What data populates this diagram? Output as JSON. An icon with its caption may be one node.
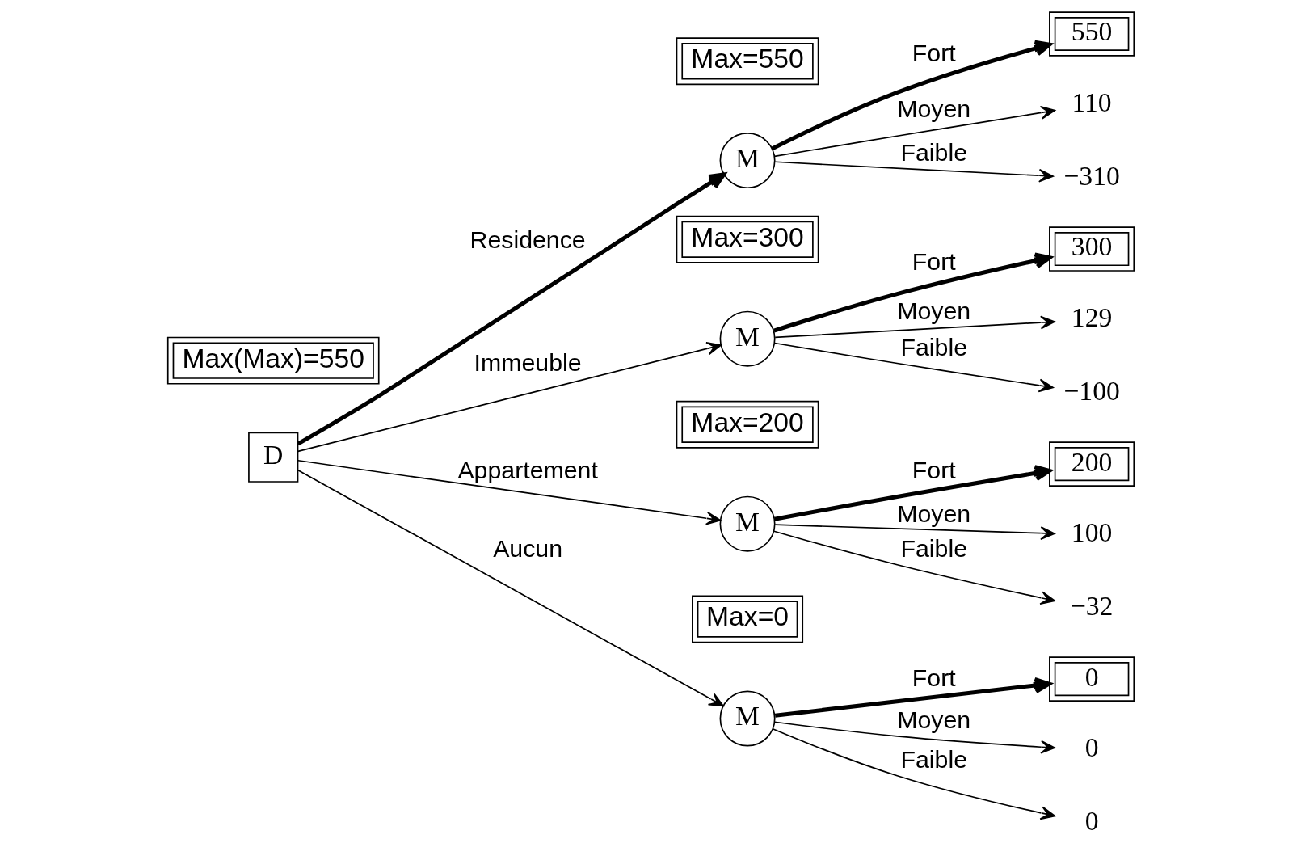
{
  "diagram": {
    "nodes": [
      {
        "text": [
          "D"
        ]
      },
      {
        "text": [
          "M"
        ]
      },
      {
        "text": [
          "550"
        ]
      },
      {
        "text": [
          "110"
        ]
      },
      {
        "text": [
          "−310"
        ]
      },
      {
        "text": [
          "M"
        ]
      },
      {
        "text": [
          "300"
        ]
      },
      {
        "text": [
          "129"
        ]
      },
      {
        "text": [
          "−100"
        ]
      },
      {
        "text": [
          "M"
        ]
      },
      {
        "text": [
          "200"
        ]
      },
      {
        "text": [
          "100"
        ]
      },
      {
        "text": [
          "−32"
        ]
      },
      {
        "text": [
          "M"
        ]
      },
      {
        "text": [
          "0"
        ]
      },
      {
        "text": [
          "0"
        ]
      },
      {
        "text": [
          "0"
        ]
      },
      {
        "text": [
          "Max(Max)=550"
        ]
      },
      {
        "text": [
          "Max=550"
        ]
      },
      {
        "text": [
          "Max=300"
        ]
      },
      {
        "text": [
          "Max=200"
        ]
      },
      {
        "text": [
          "Max=0"
        ]
      }
    ],
    "edges": [
      {
        "from": 0,
        "to": 1,
        "arrow": "to",
        "label": "Residence",
        "style": "thick"
      },
      {
        "from": 0,
        "to": 5,
        "arrow": "to",
        "label": "Immeuble"
      },
      {
        "from": 0,
        "to": 9,
        "arrow": "to",
        "label": "Appartement"
      },
      {
        "from": 0,
        "to": 13,
        "arrow": "to",
        "label": "Aucun"
      },
      {
        "from": 1,
        "to": 2,
        "arrow": "to",
        "label": "Fort",
        "style": "thick"
      },
      {
        "from": 1,
        "to": 3,
        "arrow": "to",
        "label": "Moyen"
      },
      {
        "from": 1,
        "to": 4,
        "arrow": "to",
        "label": "Faible"
      },
      {
        "from": 5,
        "to": 6,
        "arrow": "to",
        "label": "Fort",
        "style": "thick"
      },
      {
        "from": 5,
        "to": 7,
        "arrow": "to",
        "label": "Moyen"
      },
      {
        "from": 5,
        "to": 8,
        "arrow": "to",
        "label": "Faible"
      },
      {
        "from": 9,
        "to": 10,
        "arrow": "to",
        "label": "Fort",
        "style": "thick"
      },
      {
        "from": 9,
        "to": 11,
        "arrow": "to",
        "label": "Moyen"
      },
      {
        "from": 9,
        "to": 12,
        "arrow": "to",
        "label": "Faible"
      },
      {
        "from": 13,
        "to": 14,
        "arrow": "to",
        "label": "Fort",
        "style": "thick"
      },
      {
        "from": 13,
        "to": 15,
        "arrow": "to",
        "label": "Moyen"
      },
      {
        "from": 13,
        "to": 16,
        "arrow": "to",
        "label": "Faible"
      }
    ]
  }
}
